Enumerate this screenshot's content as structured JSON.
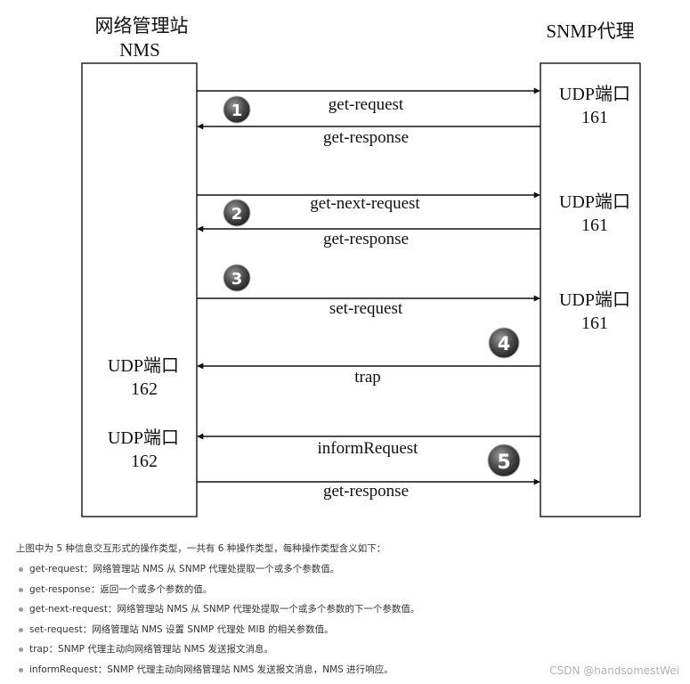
{
  "nms": {
    "title": "网络管理站",
    "subtitle": "NMS"
  },
  "agent": {
    "title": "SNMP代理"
  },
  "messages": {
    "get_request": "get-request",
    "get_response": "get-response",
    "get_next_request": "get-next-request",
    "set_request": "set-request",
    "trap": "trap",
    "inform_request": "informRequest"
  },
  "ports": {
    "udp_label": "UDP端口",
    "agent_port": "161",
    "nms_port": "162"
  },
  "steps": [
    "1",
    "2",
    "3",
    "4",
    "5"
  ],
  "description": {
    "intro": "上图中为 5 种信息交互形式的操作类型，一共有 6 种操作类型，每种操作类型含义如下：",
    "items": [
      {
        "term": "get-request",
        "text": "：网络管理站 NMS 从 SNMP 代理处提取一个或多个参数值。"
      },
      {
        "term": "get-response",
        "text": "：返回一个或多个参数的值。"
      },
      {
        "term": "get-next-request",
        "text": "：网络管理站 NMS 从 SNMP 代理处提取一个或多个参数的下一个参数值。"
      },
      {
        "term": "set-request",
        "text": "：网络管理站 NMS 设置 SNMP 代理处 MIB 的相关参数值。"
      },
      {
        "term": "trap",
        "text": "：SNMP 代理主动向网络管理站 NMS 发送报文消息。"
      },
      {
        "term": "informRequest",
        "text": "：SNMP 代理主动向网络管理站 NMS 发送报文消息，NMS 进行响应。"
      }
    ]
  },
  "watermark": "CSDN @handsomestWei"
}
